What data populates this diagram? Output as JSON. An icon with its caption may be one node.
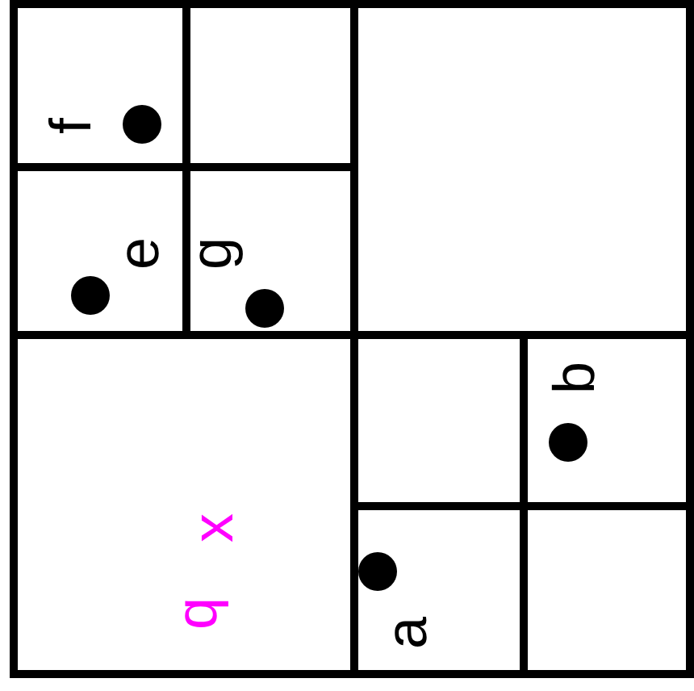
{
  "diagram": {
    "nodes": [
      {
        "text": [],
        "shape": "box"
      },
      {
        "text": [],
        "shape": "box",
        "in": 0
      },
      {
        "text": [
          "f"
        ],
        "in": 1
      },
      {
        "text": [
          "e"
        ],
        "in": 1
      },
      {
        "text": [
          "g"
        ],
        "in": 1
      },
      {
        "text": [
          "q",
          "x"
        ],
        "in": 0
      },
      {
        "text": [],
        "shape": "box",
        "in": 0
      },
      {
        "text": [
          "b"
        ],
        "in": 6
      },
      {
        "text": [
          "a"
        ],
        "in": 6
      }
    ]
  }
}
